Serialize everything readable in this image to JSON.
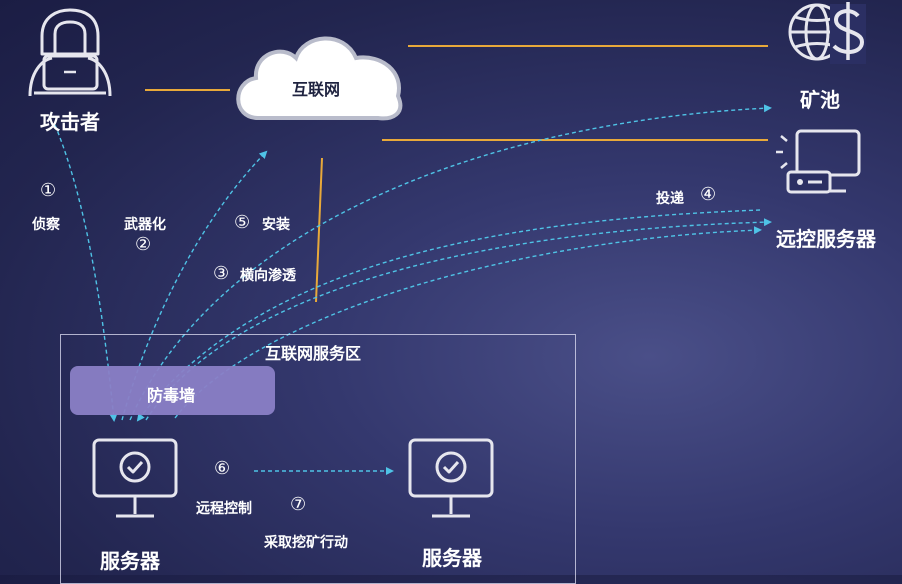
{
  "nodes": {
    "attacker": "攻击者",
    "internet": "互联网",
    "mining_pool": "矿池",
    "remote_server": "远控服务器",
    "zone_title": "互联网服务区",
    "firewall": "防毒墙",
    "server_left": "服务器",
    "server_right": "服务器"
  },
  "steps": {
    "s1_num": "①",
    "s1_label": "侦察",
    "s2_label": "武器化",
    "s2_num": "②",
    "s3_num": "③",
    "s3_label": "横向渗透",
    "s4_label": "投递",
    "s4_num": "④",
    "s5_num": "⑤",
    "s5_label": "安装",
    "s6_num": "⑥",
    "s6_label": "远程控制",
    "s7_num": "⑦",
    "s7_label": "采取挖矿行动"
  },
  "colors": {
    "background": "#262a5c",
    "dashed_arrow": "#4fc3e6",
    "orange_line": "#e8a93a",
    "icon_stroke": "#e6e6ee",
    "firewall": "#8a80c6"
  }
}
